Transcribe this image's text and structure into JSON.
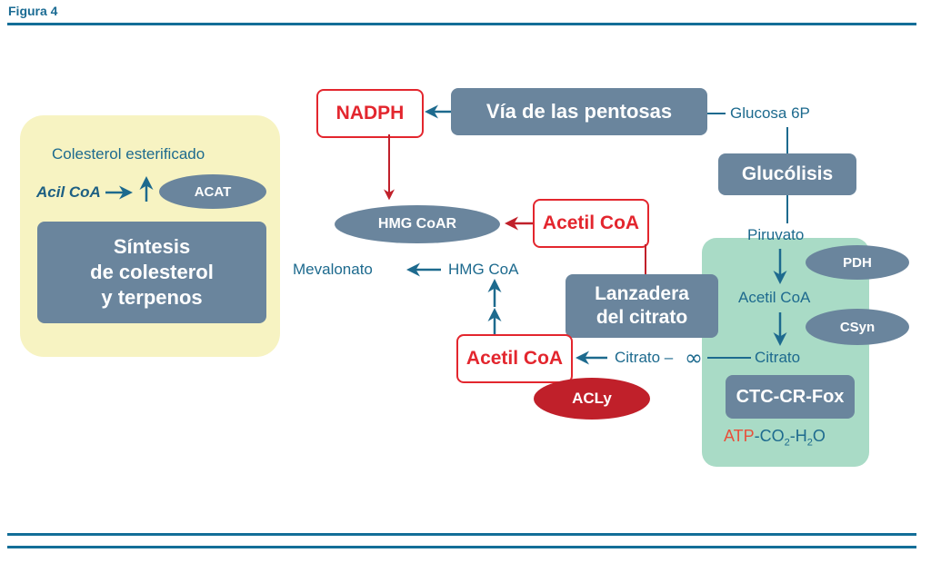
{
  "figure": {
    "title": "Figura 4"
  },
  "colors": {
    "accent_blue": "#1d6a8e",
    "slate": "#6a859d",
    "red": "#e3262e",
    "dark_red": "#c0202a",
    "yellow_panel": "#f7f3c2",
    "green_panel": "#a9dbc6"
  },
  "left_panel": {
    "ester_label": "Colesterol esterificado",
    "acil_coa": "Acil CoA",
    "acat": "ACAT",
    "synthesis_lines": [
      "Síntesis",
      "de colesterol",
      "y terpenos"
    ]
  },
  "nodes": {
    "nadph": "NADPH",
    "pentosas": "Vía de las pentosas",
    "glucosa6p": "Glucosa 6P",
    "glucolisis": "Glucólisis",
    "hmg_coar": "HMG CoAR",
    "acetil_coa_top": "Acetil CoA",
    "mevalonato": "Mevalonato",
    "hmg_coa": "HMG CoA",
    "lanzadera_lines": [
      "Lanzadera",
      "del citrato"
    ],
    "acetil_coa_bottom": "Acetil CoA",
    "citrato_left": "Citrato –",
    "acly": "ACLy",
    "piruvato": "Piruvato",
    "pdh": "PDH",
    "acetil_coa_mito": "Acetil CoA",
    "csyn": "CSyn",
    "citrato_right": "Citrato",
    "ctc": "CTC-CR-Fox",
    "products": {
      "atp": "ATP",
      "rest_1": "-CO",
      "sub_1": "2",
      "rest_2": "-H",
      "sub_2": "2",
      "rest_3": "O"
    }
  }
}
